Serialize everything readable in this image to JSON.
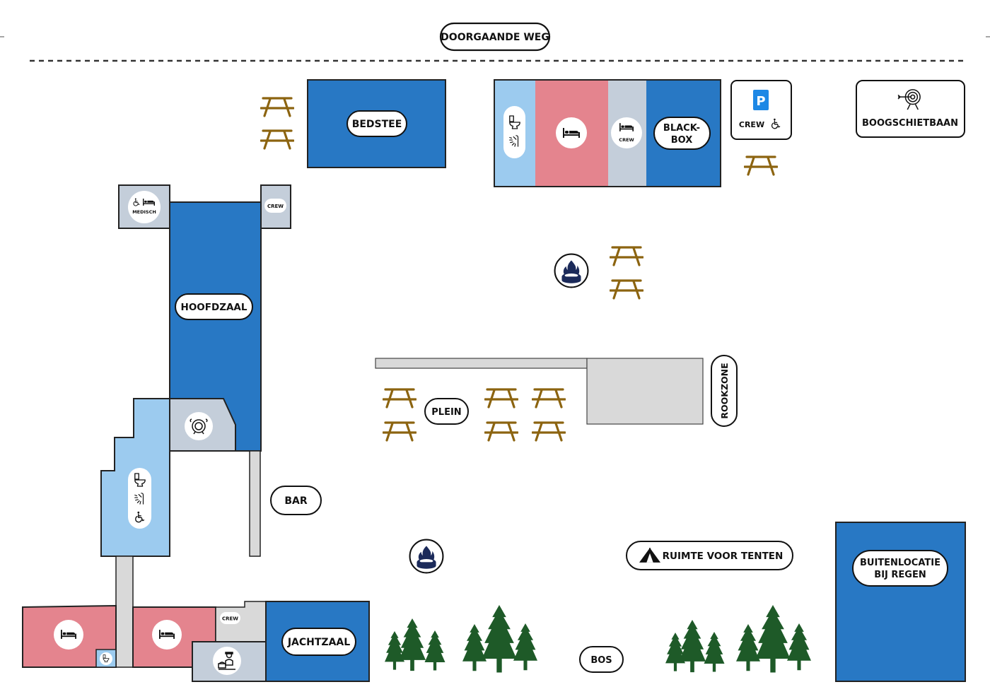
{
  "labels": {
    "road": "DOORGAANDE WEG",
    "bedstee": "BEDSTEE",
    "blackbox_1": "BLACK-",
    "blackbox_2": "BOX",
    "crew_parking": "CREW",
    "archery": "BOOGSCHIETBAAN",
    "medisch": "MEDISCH",
    "crew_small": "CREW",
    "hoofdzaal": "HOOFDZAAL",
    "plein": "PLEIN",
    "rookzone": "ROOKZONE",
    "bar": "BAR",
    "tents": "RUIMTE VOOR TENTEN",
    "outdoor_1": "BUITENLOCATIE",
    "outdoor_2": "BIJ REGEN",
    "jachtzaal": "JACHTZAAL",
    "bos": "BOS",
    "parking_p": "P"
  },
  "colors": {
    "hall_blue": "#2878c4",
    "sanitary_light_blue": "#9ccbef",
    "sleep_pink": "#e4848e",
    "service_grey": "#c4ceda",
    "path_grey": "#d9d9d9",
    "table_brown": "#8c6410",
    "tree_green": "#1e5a28",
    "firepit_navy": "#1b2a5a",
    "outline": "#222222"
  },
  "icons": [
    "picnic-table-icon",
    "toilet-icon",
    "shower-icon",
    "bed-icon",
    "wheelchair-icon",
    "parking-icon",
    "archery-target-icon",
    "fire-pit-icon",
    "tent-icon",
    "tree-icon",
    "laundry-icon",
    "cooking-icon"
  ]
}
